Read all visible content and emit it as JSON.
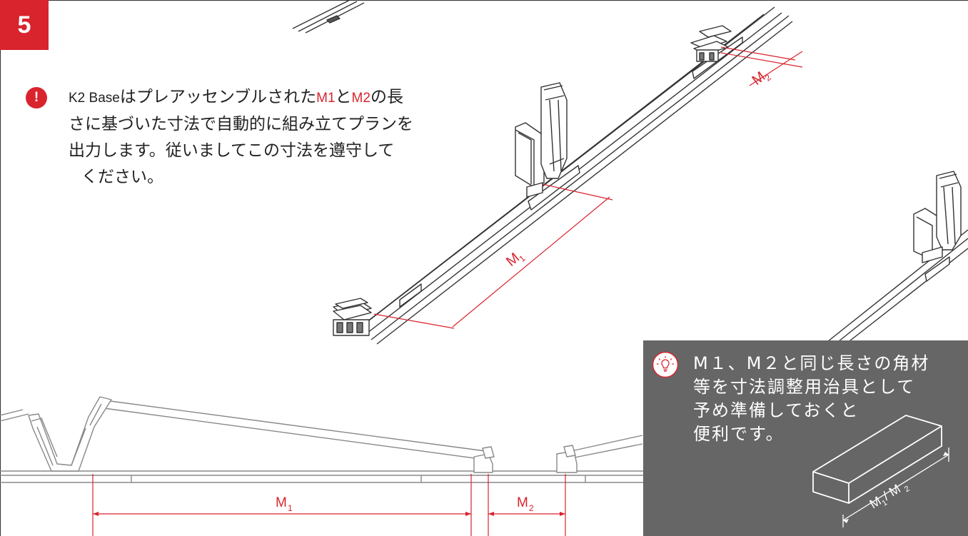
{
  "step": {
    "number": "5"
  },
  "warning": {
    "icon": "exclamation-icon",
    "line1_brand": "K2 Base",
    "line1_a": "はプレアッセンブルされた",
    "line1_m1": "M1",
    "line1_b": "と",
    "line1_m2": "M2",
    "line1_c": "の長",
    "line2": "さに基づいた寸法で自動的に組み立てプランを",
    "line3": "出力します。従いましてこの寸法を遵守して",
    "line4": "ください。"
  },
  "dimensions": {
    "m1_rail_label": "M",
    "m1_rail_sub": "1",
    "m2_rail_label": "M",
    "m2_rail_sub": "2",
    "m1_bottom_label": "M",
    "m1_bottom_sub": "1",
    "m2_bottom_label": "M",
    "m2_bottom_sub": "2"
  },
  "tip": {
    "icon": "lightbulb-icon",
    "line1": "M１、M２と同じ長さの角材",
    "line2": "等を寸法調整用治具として",
    "line3": "予め準備しておくと",
    "line4": "便利です。",
    "gauge_label_m": "M",
    "gauge_label_sub1": "1",
    "gauge_label_sep": "/ M",
    "gauge_label_sub2": "2"
  },
  "colors": {
    "accent": "#d9232d",
    "tip_bg": "#666666",
    "line": "#333333"
  }
}
